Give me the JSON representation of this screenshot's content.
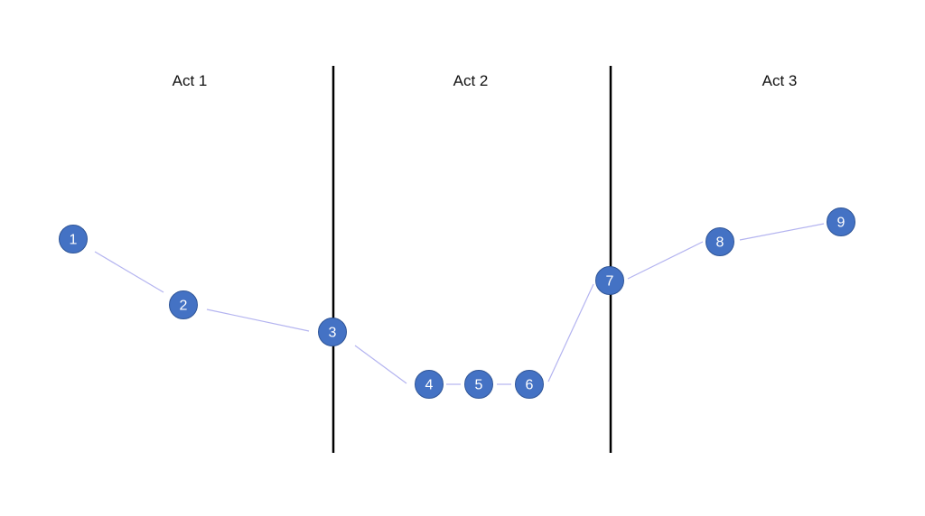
{
  "acts": [
    {
      "label": "Act 1"
    },
    {
      "label": "Act 2"
    },
    {
      "label": "Act 3"
    }
  ],
  "beats": [
    {
      "label": "1"
    },
    {
      "label": "2"
    },
    {
      "label": "3"
    },
    {
      "label": "4"
    },
    {
      "label": "5"
    },
    {
      "label": "6"
    },
    {
      "label": "7"
    },
    {
      "label": "8"
    },
    {
      "label": "9"
    }
  ],
  "colors": {
    "node_fill": "#4472c4",
    "node_stroke": "#2f5597",
    "connector": "#b4b4f0",
    "divider": "#000000",
    "label_text": "#111111",
    "node_text": "#ffffff"
  }
}
